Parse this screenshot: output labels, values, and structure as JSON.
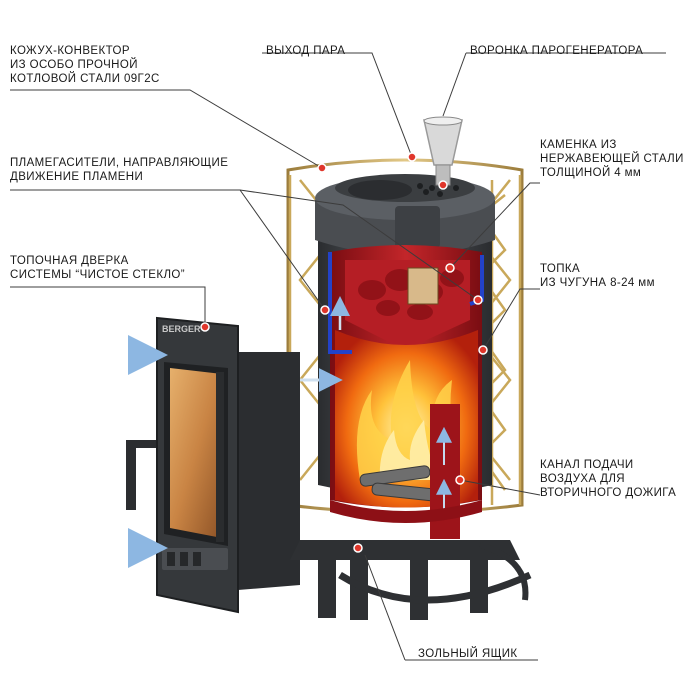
{
  "labels": {
    "convector": [
      "КОЖУХ-КОНВЕКТОР",
      "ИЗ ОСОБО ПРОЧНОЙ",
      "КОТЛОВОЙ СТАЛИ 09Г2С"
    ],
    "steam_outlet": "ВЫХОД ПАРА",
    "funnel": "ВОРОНКА ПАРОГЕНЕРАТОРА",
    "flame_dividers": [
      "ПЛАМЕГАСИТЕЛИ, НАПРАВЛЯЮЩИЕ",
      "ДВИЖЕНИЕ ПЛАМЕНИ"
    ],
    "heater": [
      "КАМЕНКА ИЗ",
      "НЕРЖАВЕЮЩЕЙ СТАЛИ",
      "ТОЛЩИНОЙ 4 мм"
    ],
    "door": [
      "ТОПОЧНАЯ ДВЕРКА",
      "СИСТЕМЫ “ЧИСТОЕ СТЕКЛО”"
    ],
    "firebox": [
      "ТОПКА",
      "ИЗ ЧУГУНА 8-24 мм"
    ],
    "air_channel": [
      "КАНАЛ ПОДАЧИ",
      "ВОЗДУХА ДЛЯ",
      "ВТОРИЧНОГО ДОЖИГА"
    ],
    "ash_box": "ЗОЛЬНЫЙ ЯЩИК"
  },
  "brand": "BERGER",
  "colors": {
    "leader": "#3c3c3c",
    "dot": "#e0362b",
    "gold": "#c9a85a",
    "iron": "#3a3d40",
    "red": "#a8161c",
    "blue": "#2342c9",
    "flame": "#ff9a1e",
    "arrow": "#9ec2e6"
  }
}
